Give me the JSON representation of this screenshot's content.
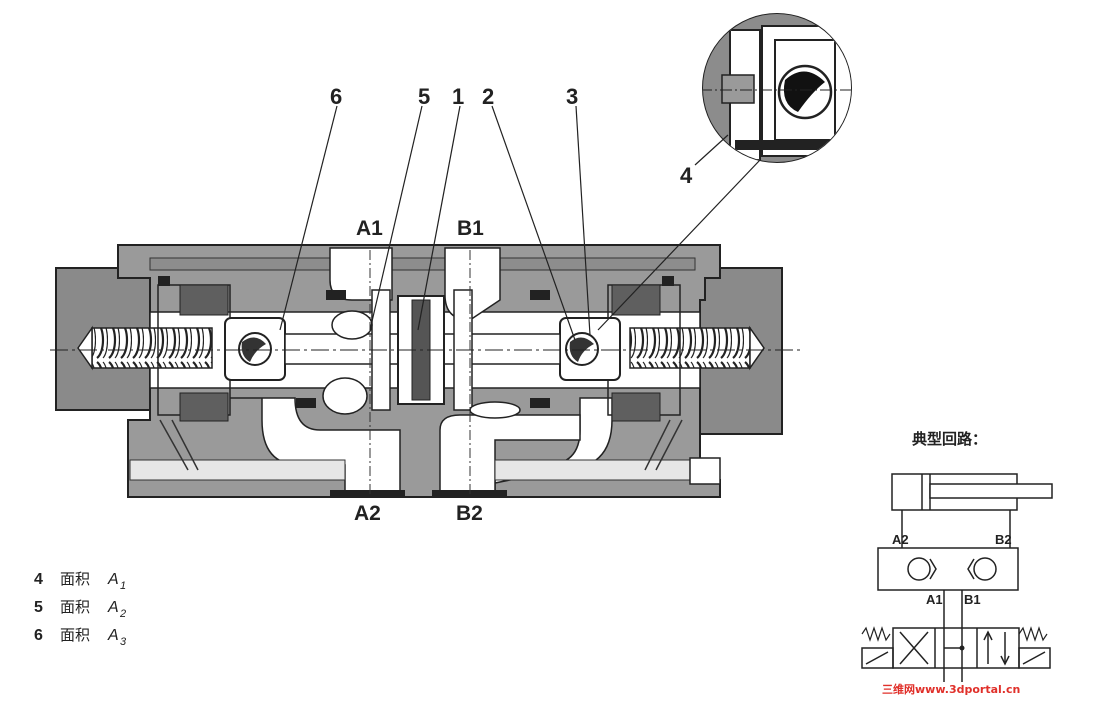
{
  "callouts": [
    "6",
    "5",
    "1",
    "2",
    "3",
    "4"
  ],
  "ports": {
    "a1": "A1",
    "b1": "B1",
    "a2": "A2",
    "b2": "B2"
  },
  "legend": [
    {
      "num": "4",
      "text": "面积",
      "symbol": "A",
      "sub": "1"
    },
    {
      "num": "5",
      "text": "面积",
      "symbol": "A",
      "sub": "2"
    },
    {
      "num": "6",
      "text": "面积",
      "symbol": "A",
      "sub": "3"
    }
  ],
  "circuit": {
    "title": "典型回路：",
    "ports": {
      "a2": "A2",
      "b2": "B2",
      "a1": "A1",
      "b1": "B1"
    }
  },
  "watermark": "三维网www.3dportal.cn"
}
